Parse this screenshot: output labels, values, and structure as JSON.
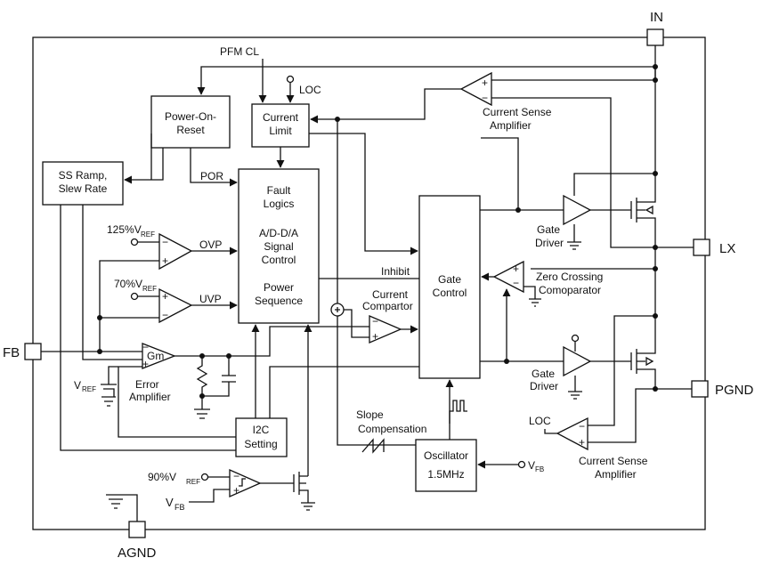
{
  "pins": {
    "in": "IN",
    "lx": "LX",
    "fb": "FB",
    "pgnd": "PGND",
    "agnd": "AGND"
  },
  "blocks": {
    "power_on_reset": [
      "Power-On-",
      "Reset"
    ],
    "current_limit": [
      "Current",
      "Limit"
    ],
    "ss_ramp": [
      "SS Ramp,",
      "Slew Rate"
    ],
    "fault_logic": [
      "Fault",
      "Logics",
      "A/D-D/A",
      "Signal",
      "Control",
      "Power",
      "Sequence"
    ],
    "gate_control": [
      "Gate",
      "Control"
    ],
    "i2c": [
      "I2C",
      "Setting"
    ],
    "oscillator": [
      "Oscillator",
      "1.5MHz"
    ]
  },
  "labels": {
    "pfm_cl": "PFM CL",
    "loc": "LOC",
    "por": "POR",
    "ovp": "OVP",
    "uvp": "UVP",
    "inhibit": "Inhibit",
    "ovp_ref": "125%V",
    "uvp_ref": "70%V",
    "ref_sub": "REF",
    "vref": "V",
    "gm": "Gm",
    "error_amp": [
      "Error",
      "Amplifier"
    ],
    "current_comp": [
      "Current",
      "Compartor"
    ],
    "cs_amp_top": [
      "Current Sense",
      "Amplifier"
    ],
    "cs_amp_bottom": [
      "Current Sense",
      "Amplifier"
    ],
    "zero_cross": [
      "Zero Crossing",
      "Comoparator"
    ],
    "gate_driver": [
      "Gate",
      "Driver"
    ],
    "slope_comp": [
      "Slope",
      "Compensation"
    ],
    "vfb": "V",
    "fb_sub": "FB",
    "ref90": "90%V"
  }
}
